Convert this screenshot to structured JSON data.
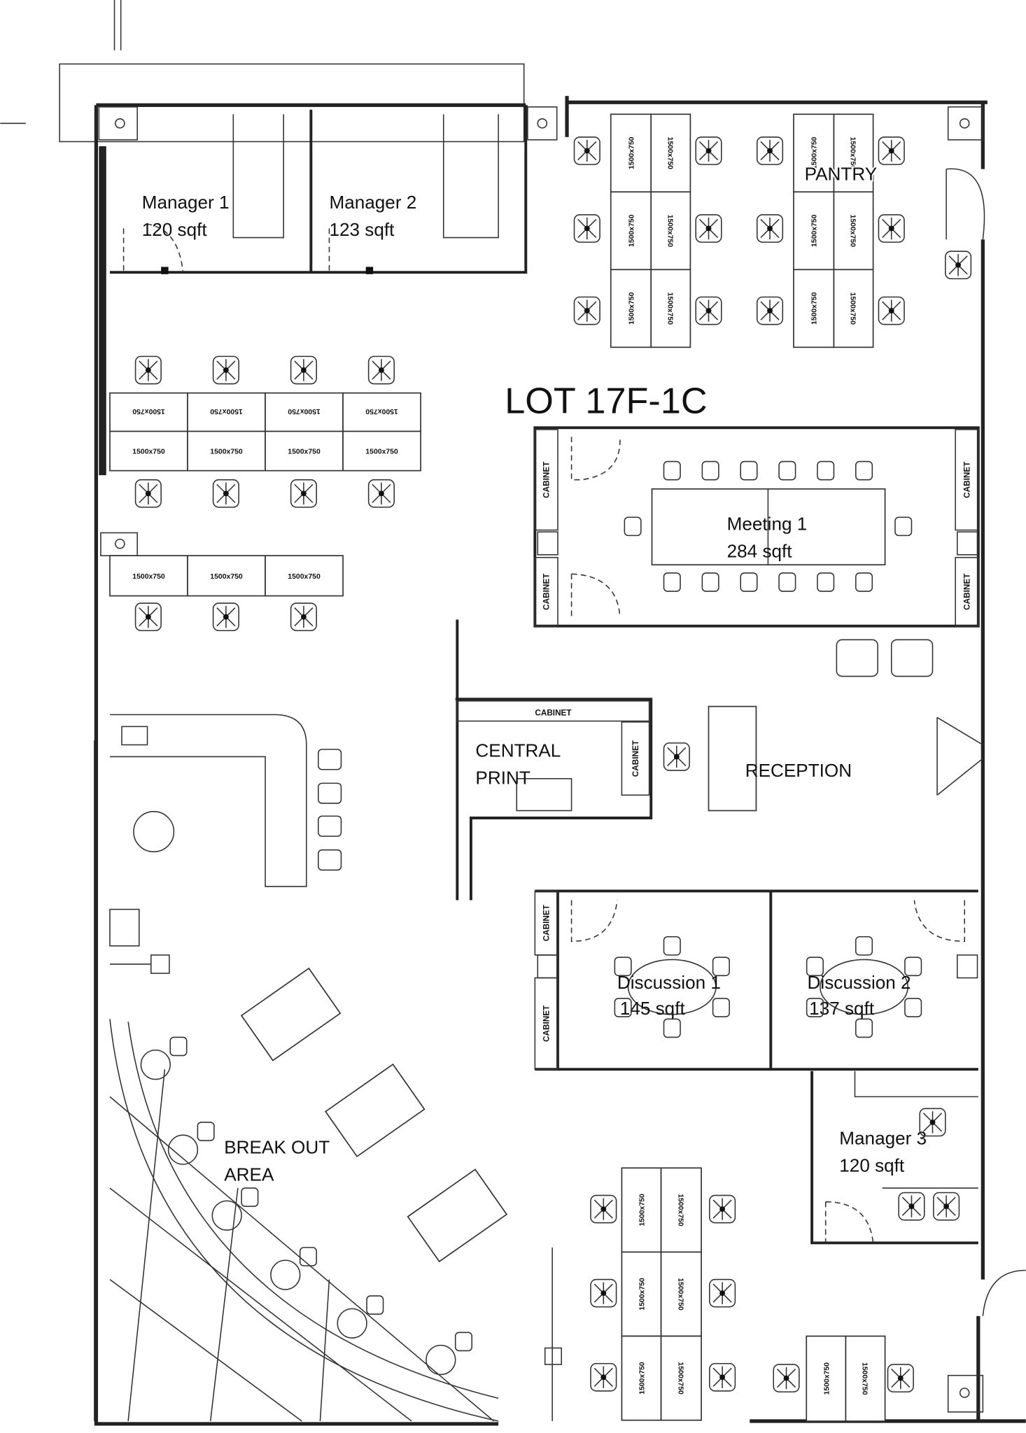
{
  "lot_title": "LOT 17F-1C",
  "desk_label": "1500x750",
  "cabinet_label": "CABINET",
  "rooms": {
    "manager1": {
      "name": "Manager 1",
      "area": "120 sqft"
    },
    "manager2": {
      "name": "Manager 2",
      "area": "123 sqft"
    },
    "manager3": {
      "name": "Manager 3",
      "area": "120 sqft"
    },
    "pantry": {
      "name": "PANTRY"
    },
    "meeting1": {
      "name": "Meeting 1",
      "area": "284 sqft"
    },
    "discussion1": {
      "name": "Discussion 1",
      "area": "145 sqft"
    },
    "discussion2": {
      "name": "Discussion 2",
      "area": "137 sqft"
    },
    "central_print": {
      "line1": "CENTRAL",
      "line2": "PRINT"
    },
    "reception": {
      "name": "RECEPTION"
    },
    "breakout": {
      "line1": "BREAK OUT",
      "line2": "AREA"
    }
  }
}
